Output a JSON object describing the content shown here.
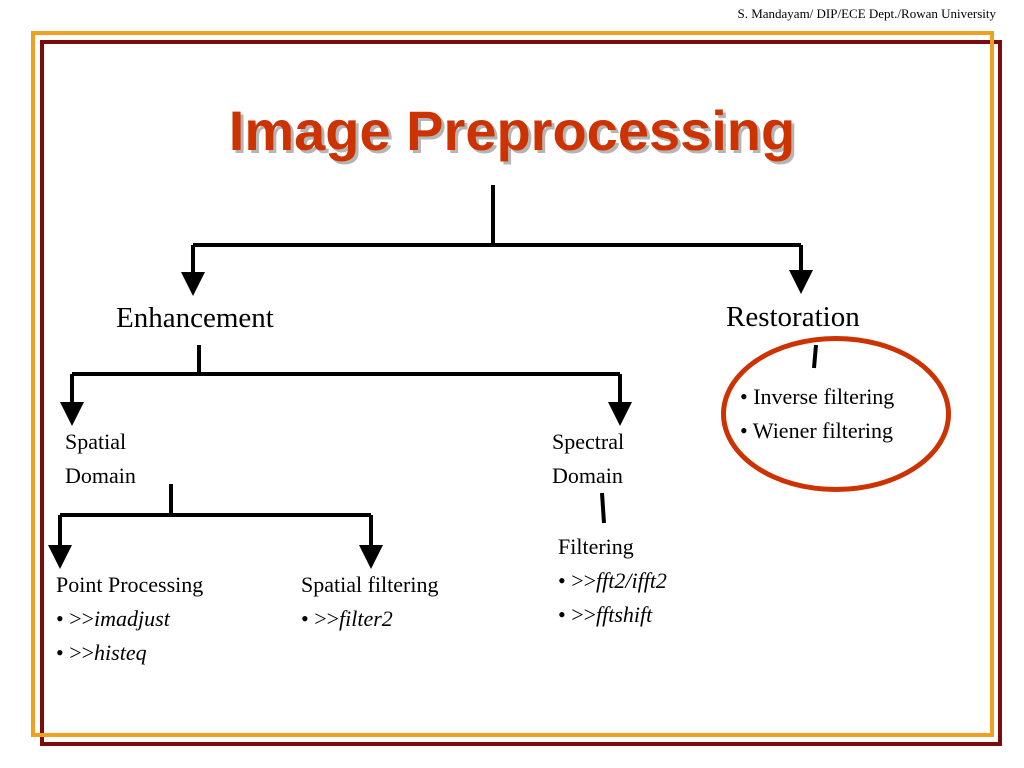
{
  "header": {
    "credit": "S. Mandayam/ DIP/ECE Dept./Rowan University"
  },
  "title": "Image Preprocessing",
  "nodes": {
    "enhancement": "Enhancement",
    "restoration": "Restoration",
    "restoration_items": [
      "• Inverse filtering",
      "• Wiener filtering"
    ],
    "spatial_domain": [
      "Spatial",
      "Domain"
    ],
    "spectral_domain": [
      "Spectral",
      "Domain"
    ],
    "spectral_filtering": {
      "heading": "Filtering",
      "items": [
        {
          "prefix": "• >>",
          "cmd": "fft2/ifft2"
        },
        {
          "prefix": "• >>",
          "cmd": "fftshift"
        }
      ]
    },
    "point_processing": {
      "heading": "Point Processing",
      "items": [
        {
          "prefix": "• >>",
          "cmd": "imadjust"
        },
        {
          "prefix": "• >>",
          "cmd": "histeq"
        }
      ]
    },
    "spatial_filtering": {
      "heading": "Spatial filtering",
      "items": [
        {
          "prefix": "• >>",
          "cmd": "filter2"
        }
      ]
    }
  },
  "colors": {
    "title": "#cc3300",
    "highlight_ellipse": "#cc3300",
    "frame_outer": "#7a0c0c",
    "frame_inner": "#f0a020"
  }
}
